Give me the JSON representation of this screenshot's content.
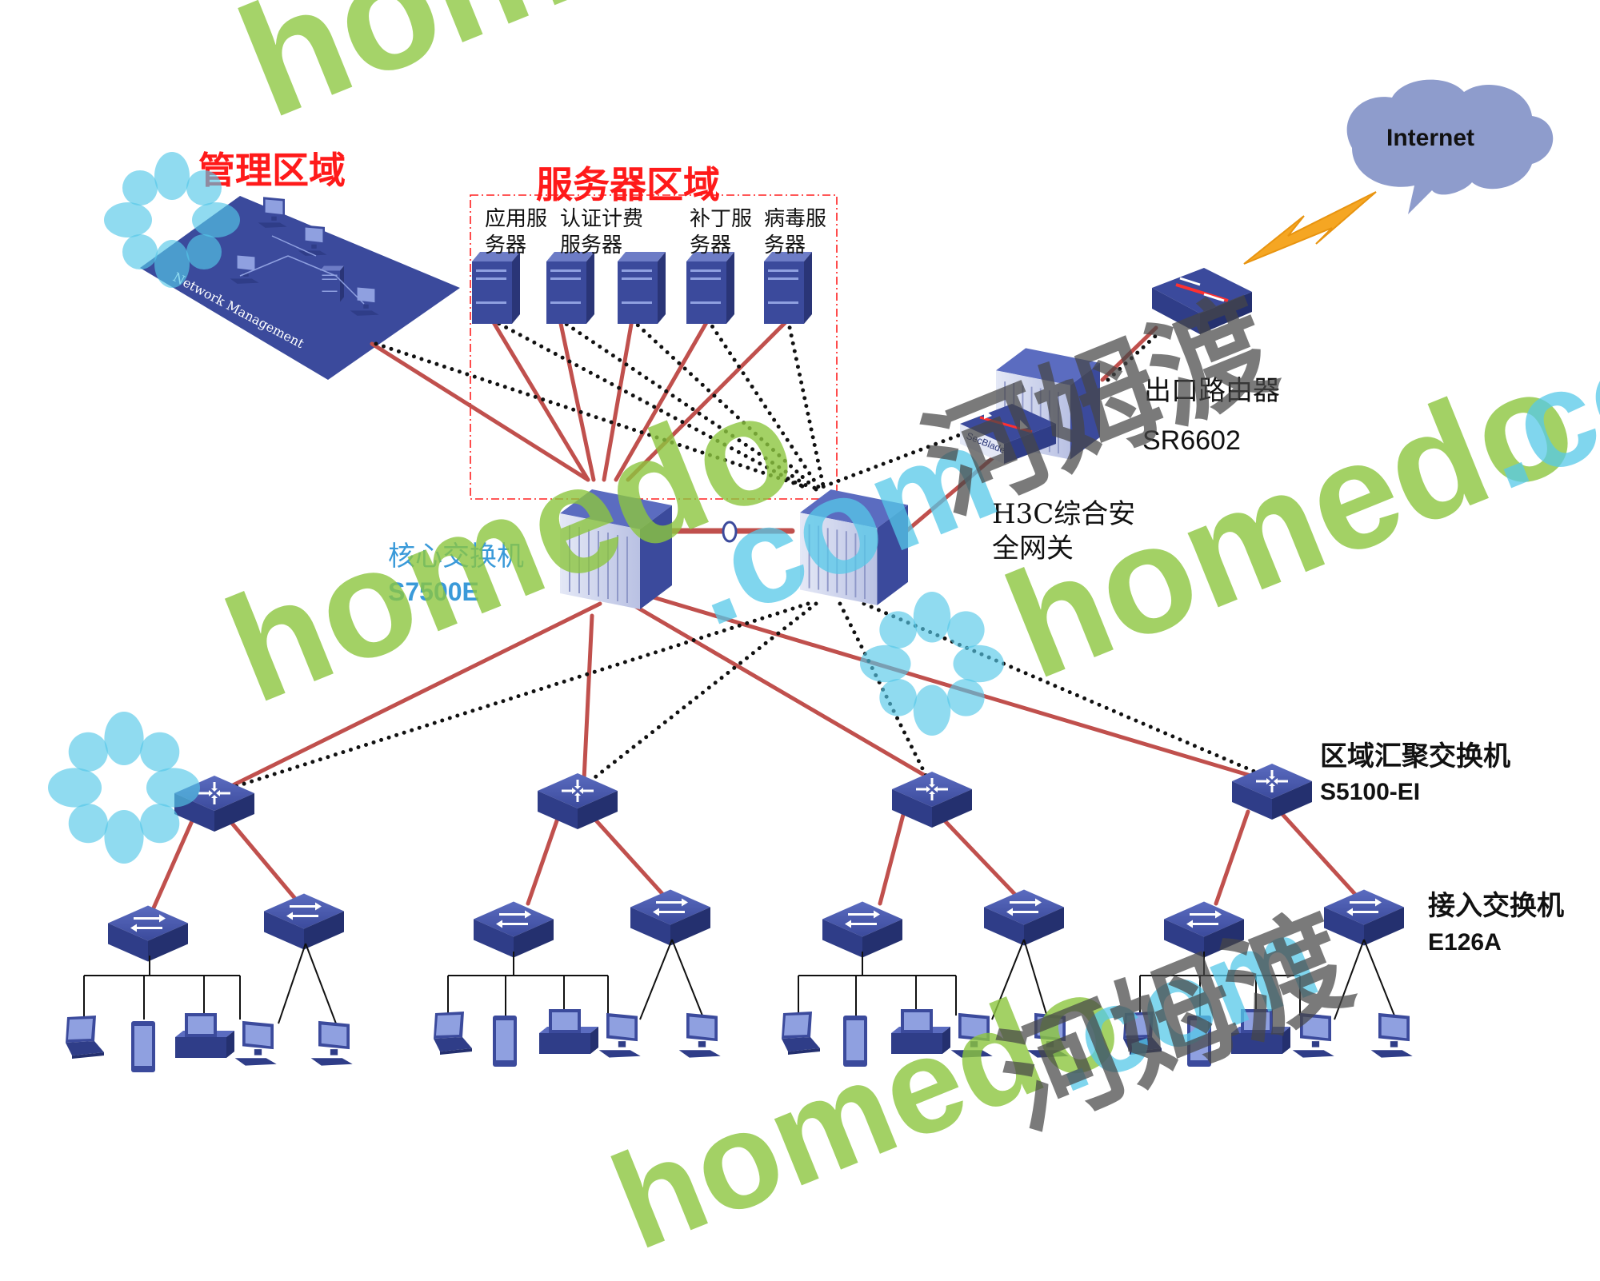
{
  "colors": {
    "device_blue": "#3b4a9c",
    "device_blue_dark": "#2a3577",
    "link_red": "#c0504d",
    "dotted": "#111111",
    "title_red": "#ff1a1a",
    "core_blue": "#3a9ad9",
    "cloud": "#8e9ccc",
    "bolt": "#f5a623",
    "wm_green": "#8cc63f",
    "wm_cyan": "#55c8e8",
    "wm_gray": "#4a4a4a"
  },
  "areas": {
    "management_title": "管理区域",
    "management_panel_text": "Network Management",
    "server_title": "服务器区域"
  },
  "servers": [
    {
      "label": "应用服务器",
      "icon": "server-icon"
    },
    {
      "label": "认证计费服务器",
      "icon": "server-icon"
    },
    {
      "label": "",
      "icon": "server-icon"
    },
    {
      "label": "补丁服务器",
      "icon": "server-icon"
    },
    {
      "label": "病毒服务器",
      "icon": "server-icon"
    }
  ],
  "core": {
    "label": "核心交换机",
    "model": "S7500E"
  },
  "gateway": {
    "label": "H3C综合安全网关",
    "blade_text": "SecBlade"
  },
  "router": {
    "label": "出口路由器",
    "model": "SR6602"
  },
  "internet": {
    "label": "Internet"
  },
  "aggregation": {
    "label": "区域汇聚交换机",
    "model": "S5100-EI"
  },
  "access": {
    "label": "接入交换机",
    "model": "E126A"
  },
  "watermarks": {
    "brand_en": "homedo",
    "brand_com": ".com",
    "brand_cn": "河姆渡"
  }
}
